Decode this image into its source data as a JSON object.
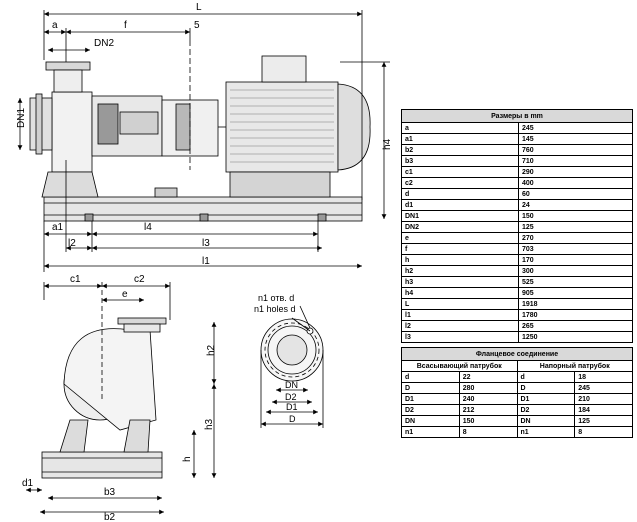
{
  "labels": {
    "top": {
      "L": "L",
      "a": "a",
      "f": "f",
      "five": "5",
      "DN2": "DN2",
      "DN1": "DN1",
      "h4": "h4",
      "a1": "a1",
      "l4": "l4",
      "l2": "l2",
      "l3": "l3",
      "l1": "l1"
    },
    "front": {
      "c1": "c1",
      "c2": "c2",
      "e": "e",
      "h2": "h2",
      "h3": "h3",
      "h": "h",
      "d1": "d1",
      "b2": "b2",
      "b3": "b3"
    },
    "flange": {
      "holes_ru": "n1 отв. d",
      "holes_en": "n1 holes d",
      "DN": "DN",
      "D2": "D2",
      "D1": "D1",
      "D": "D"
    }
  },
  "dimensions_table": {
    "title": "Размеры в mm",
    "rows": [
      {
        "key": "a",
        "value": "245"
      },
      {
        "key": "a1",
        "value": "145"
      },
      {
        "key": "b2",
        "value": "760"
      },
      {
        "key": "b3",
        "value": "710"
      },
      {
        "key": "c1",
        "value": "290"
      },
      {
        "key": "c2",
        "value": "400"
      },
      {
        "key": "d",
        "value": "60"
      },
      {
        "key": "d1",
        "value": "24"
      },
      {
        "key": "DN1",
        "value": "150"
      },
      {
        "key": "DN2",
        "value": "125"
      },
      {
        "key": "e",
        "value": "270"
      },
      {
        "key": "f",
        "value": "703"
      },
      {
        "key": "h",
        "value": "170"
      },
      {
        "key": "h2",
        "value": "300"
      },
      {
        "key": "h3",
        "value": "525"
      },
      {
        "key": "h4",
        "value": "905"
      },
      {
        "key": "L",
        "value": "1918"
      },
      {
        "key": "l1",
        "value": "1780"
      },
      {
        "key": "l2",
        "value": "265"
      },
      {
        "key": "l3",
        "value": "1250"
      }
    ]
  },
  "flange_table": {
    "title": "Фланцевое соединение",
    "suction_header": "Всасывающий патрубок",
    "discharge_header": "Напорный патрубок",
    "rows": [
      {
        "sk": "d",
        "sv": "22",
        "dk": "d",
        "dv": "18"
      },
      {
        "sk": "D",
        "sv": "280",
        "dk": "D",
        "dv": "245"
      },
      {
        "sk": "D1",
        "sv": "240",
        "dk": "D1",
        "dv": "210"
      },
      {
        "sk": "D2",
        "sv": "212",
        "dk": "D2",
        "dv": "184"
      },
      {
        "sk": "DN",
        "sv": "150",
        "dk": "DN",
        "dv": "125"
      },
      {
        "sk": "n1",
        "sv": "8",
        "dk": "n1",
        "dv": "8"
      }
    ]
  }
}
